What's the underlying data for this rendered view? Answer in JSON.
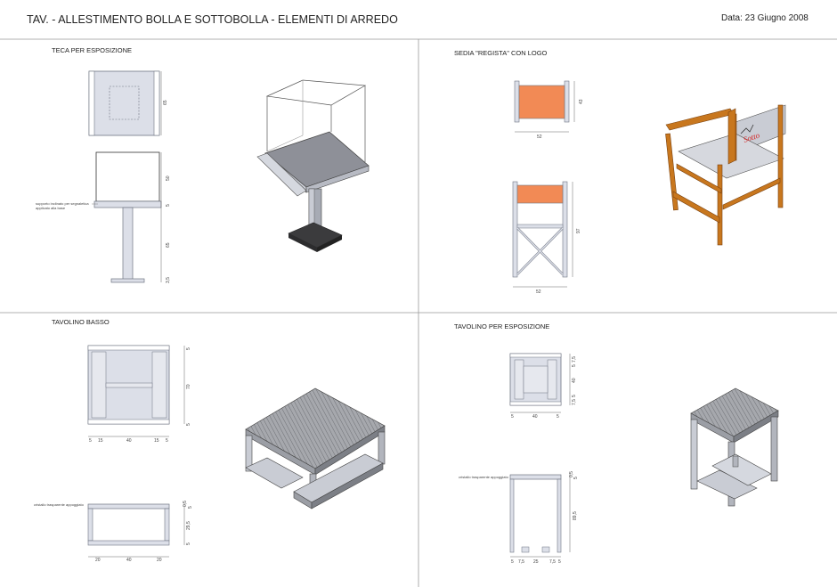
{
  "header": {
    "title": "TAV. - ALLESTIMENTO BOLLA E SOTTOBOLLA - ELEMENTI DI ARREDO",
    "date": "Data: 23 Giugno 2008"
  },
  "sections": {
    "teca": {
      "title": "TECA PER ESPOSIZIONE",
      "note": "supporto inclinato per segnaletica applicato alla base",
      "dims": {
        "top_height": "65",
        "box_height": "50",
        "base_thickness": "5",
        "column": "65",
        "foot": "3,5"
      }
    },
    "sedia": {
      "title": "SEDIA  \"REGISTA\" CON LOGO",
      "dims": {
        "back_height": "43",
        "back_width": "52",
        "front_height": "97",
        "front_width": "52"
      }
    },
    "tavolino_basso": {
      "title": "TAVOLINO BASSO",
      "note": "cristallo trasparente appoggiato",
      "dims": {
        "plan_side": "70",
        "plan_edge_a": "5",
        "plan_edge_b": "5",
        "plan_bottom": [
          "5",
          "15",
          "40",
          "15",
          "5"
        ],
        "elev_glass": "0,5",
        "elev_top": "5",
        "elev_height": "29,5",
        "elev_foot": "5",
        "elev_bottom": [
          "20",
          "40",
          "20"
        ]
      }
    },
    "tavolino_esposizione": {
      "title": "TAVOLINO PER ESPOSIZIONE",
      "note": "cristallo trasparente appoggiato",
      "dims": {
        "plan_right": [
          "7,5",
          "5",
          "40",
          "5",
          "7,5"
        ],
        "plan_bottom": [
          "5",
          "40",
          "5"
        ],
        "elev_glass": "0,5",
        "elev_top": "5",
        "elev_height": "89,5",
        "elev_bottom": [
          "5",
          "7,5",
          "25",
          "7,5",
          "5"
        ]
      }
    }
  },
  "colors": {
    "frame_fill": "#dcdfe8",
    "frame_stroke": "#6f7582",
    "chair_canvas": "#f28a55",
    "chair_wood": "#c8771e",
    "glass": "#ffffff",
    "base_dark": "#3b3b3d",
    "slats": "#8d8f94"
  }
}
